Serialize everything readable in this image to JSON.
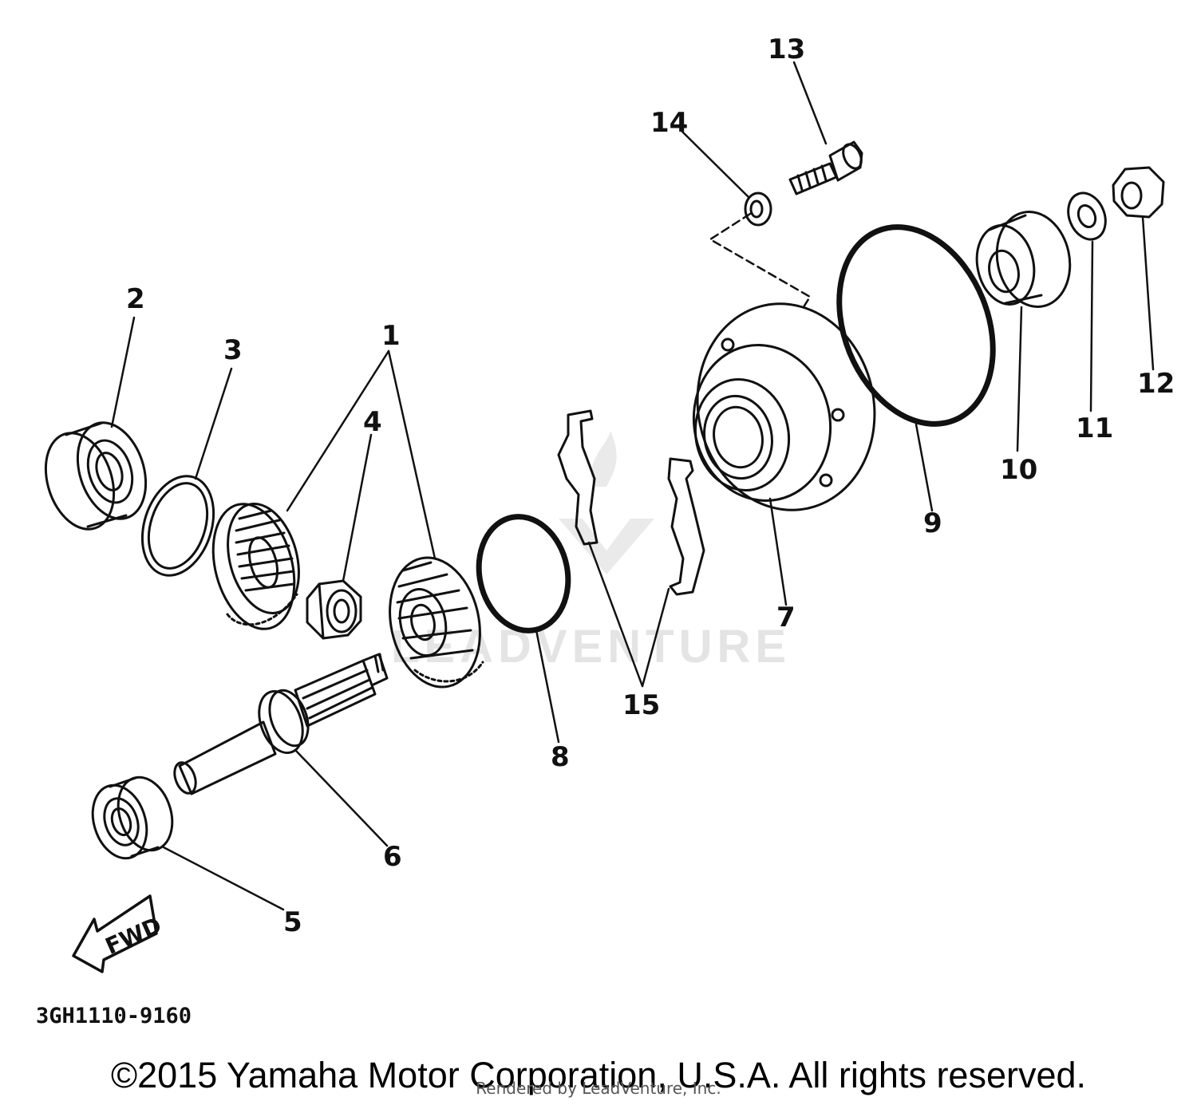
{
  "diagram": {
    "callouts": {
      "c1": "1",
      "c2": "2",
      "c3": "3",
      "c4": "4",
      "c5": "5",
      "c6": "6",
      "c7": "7",
      "c8": "8",
      "c9": "9",
      "c10": "10",
      "c11": "11",
      "c12": "12",
      "c13": "13",
      "c14": "14",
      "c15": "15"
    },
    "arrow_label": "FWD",
    "part_code": "3GH1110-9160",
    "watermark": "LEADVENTURE"
  },
  "footer": {
    "copyright": "©2015 Yamaha Motor Corporation, U.S.A. All rights reserved.",
    "rendered_by": "Rendered by LeadVenture, Inc."
  }
}
